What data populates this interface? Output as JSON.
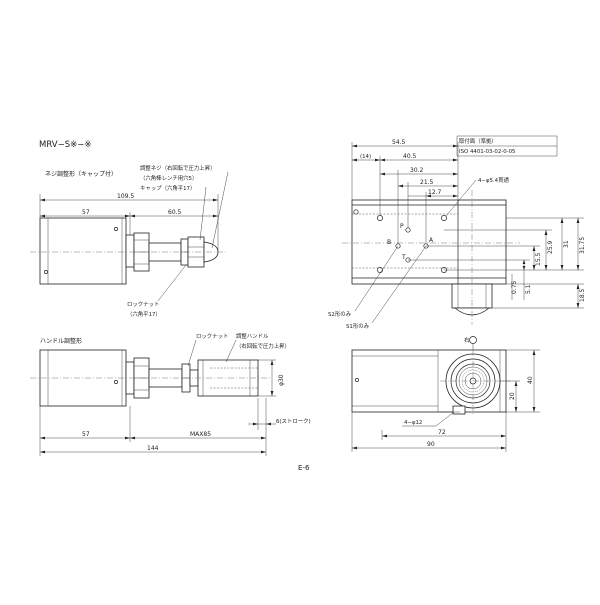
{
  "model_title": "MRV−S※−※",
  "page_number": "E-6",
  "screw_view": {
    "title": "ネジ調整形（キャップ付）",
    "note_screw_1": "調整ネジ（右回転で圧力上昇）",
    "note_screw_2": "（六角棒レンチ用穴5）",
    "note_cap": "キャップ（六角平17）",
    "note_locknut_1": "ロックナット",
    "note_locknut_2": "（六角平17）",
    "dim_total": "109.5",
    "dim_left": "57",
    "dim_right": "60.5"
  },
  "handle_view": {
    "title": "ハンドル調整形",
    "note_locknut": "ロックナット",
    "note_handle_1": "調整ハンドル",
    "note_handle_2": "（右回転で圧力上昇）",
    "dim_diameter": "φ30",
    "dim_stroke": "6(ストローク)",
    "dim_left": "57",
    "dim_max": "MAX85",
    "dim_total": "144"
  },
  "mount_view": {
    "mount_face_1": "取付面（準拠）",
    "mount_face_2": "ISO 4401-03-02-0-05",
    "dim_54_5": "54.5",
    "dim_14": "(14)",
    "dim_40_5": "40.5",
    "dim_30_2": "30.2",
    "dim_21_5": "21.5",
    "dim_12_7": "12.7",
    "note_bolt_holes": "4−φ5.4貫通",
    "port_p": "P",
    "port_b": "B",
    "port_a": "A",
    "port_t": "T",
    "dim_31_75": "31.75",
    "dim_31": "31",
    "dim_25_9": "25.9",
    "dim_15_5": "15.5",
    "dim_5_1": "5.1",
    "dim_0_75": "0.75",
    "dim_18_5": "18.5",
    "note_s2": "S2形のみ",
    "note_s1": "S1形のみ"
  },
  "side_view": {
    "label_right": "右",
    "dim_40": "40",
    "dim_20": "20",
    "note_holes": "4−φ12",
    "dim_72": "72",
    "dim_90": "90"
  }
}
